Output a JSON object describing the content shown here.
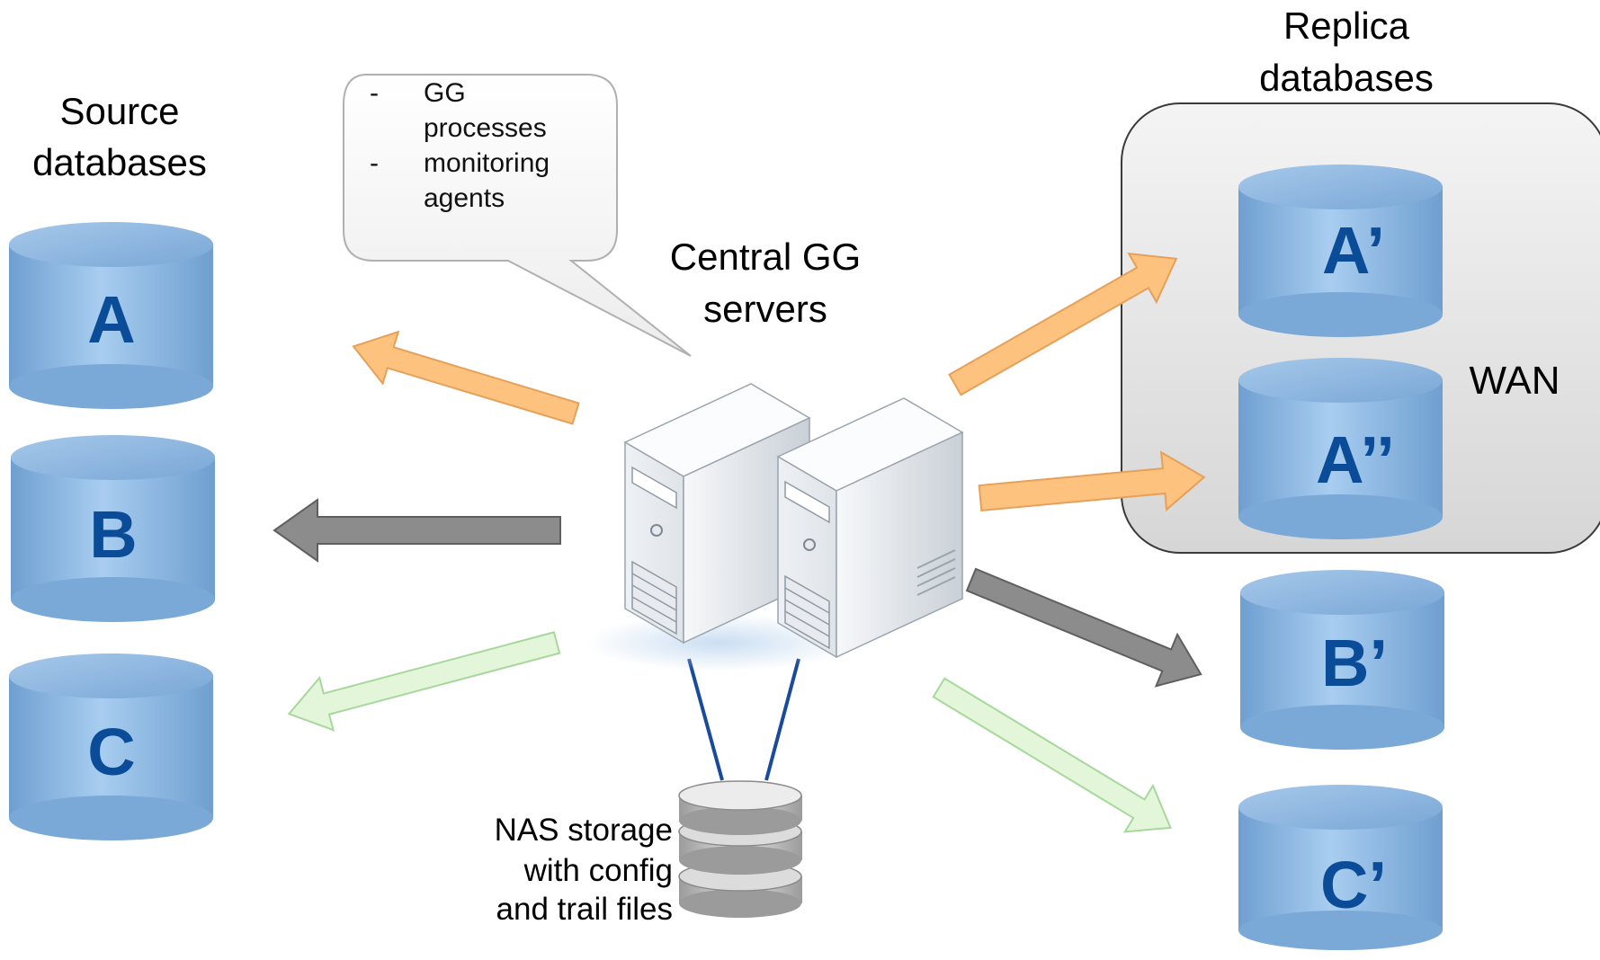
{
  "source": {
    "title_line1": "Source",
    "title_line2": "databases"
  },
  "replica": {
    "title_line1": "Replica",
    "title_line2": "databases",
    "wan_label": "WAN"
  },
  "central": {
    "title_line1": "Central GG",
    "title_line2": "servers"
  },
  "callout": {
    "bullet": "-",
    "item1_line1": "GG",
    "item1_line2": "processes",
    "item2_line1": "monitoring",
    "item2_line2": "agents"
  },
  "nas": {
    "line1": "NAS storage",
    "line2": "with config",
    "line3": "and trail files"
  },
  "databases": {
    "a": "A",
    "b": "B",
    "c": "C",
    "a_prime": "A’",
    "a_double_prime": "A’’",
    "b_prime": "B’",
    "c_prime": "C’"
  },
  "colors": {
    "orange_flow": "#fcc27e",
    "gray_flow": "#8a8a8a",
    "green_flow": "#e4f6da",
    "db_fill": "#8db4dd",
    "db_letter": "#0a4c97",
    "nas_link": "#1a4a9a"
  },
  "icons": {
    "server": "server-tower-icon",
    "storage": "disk-stack-icon",
    "database": "database-cylinder-icon"
  }
}
